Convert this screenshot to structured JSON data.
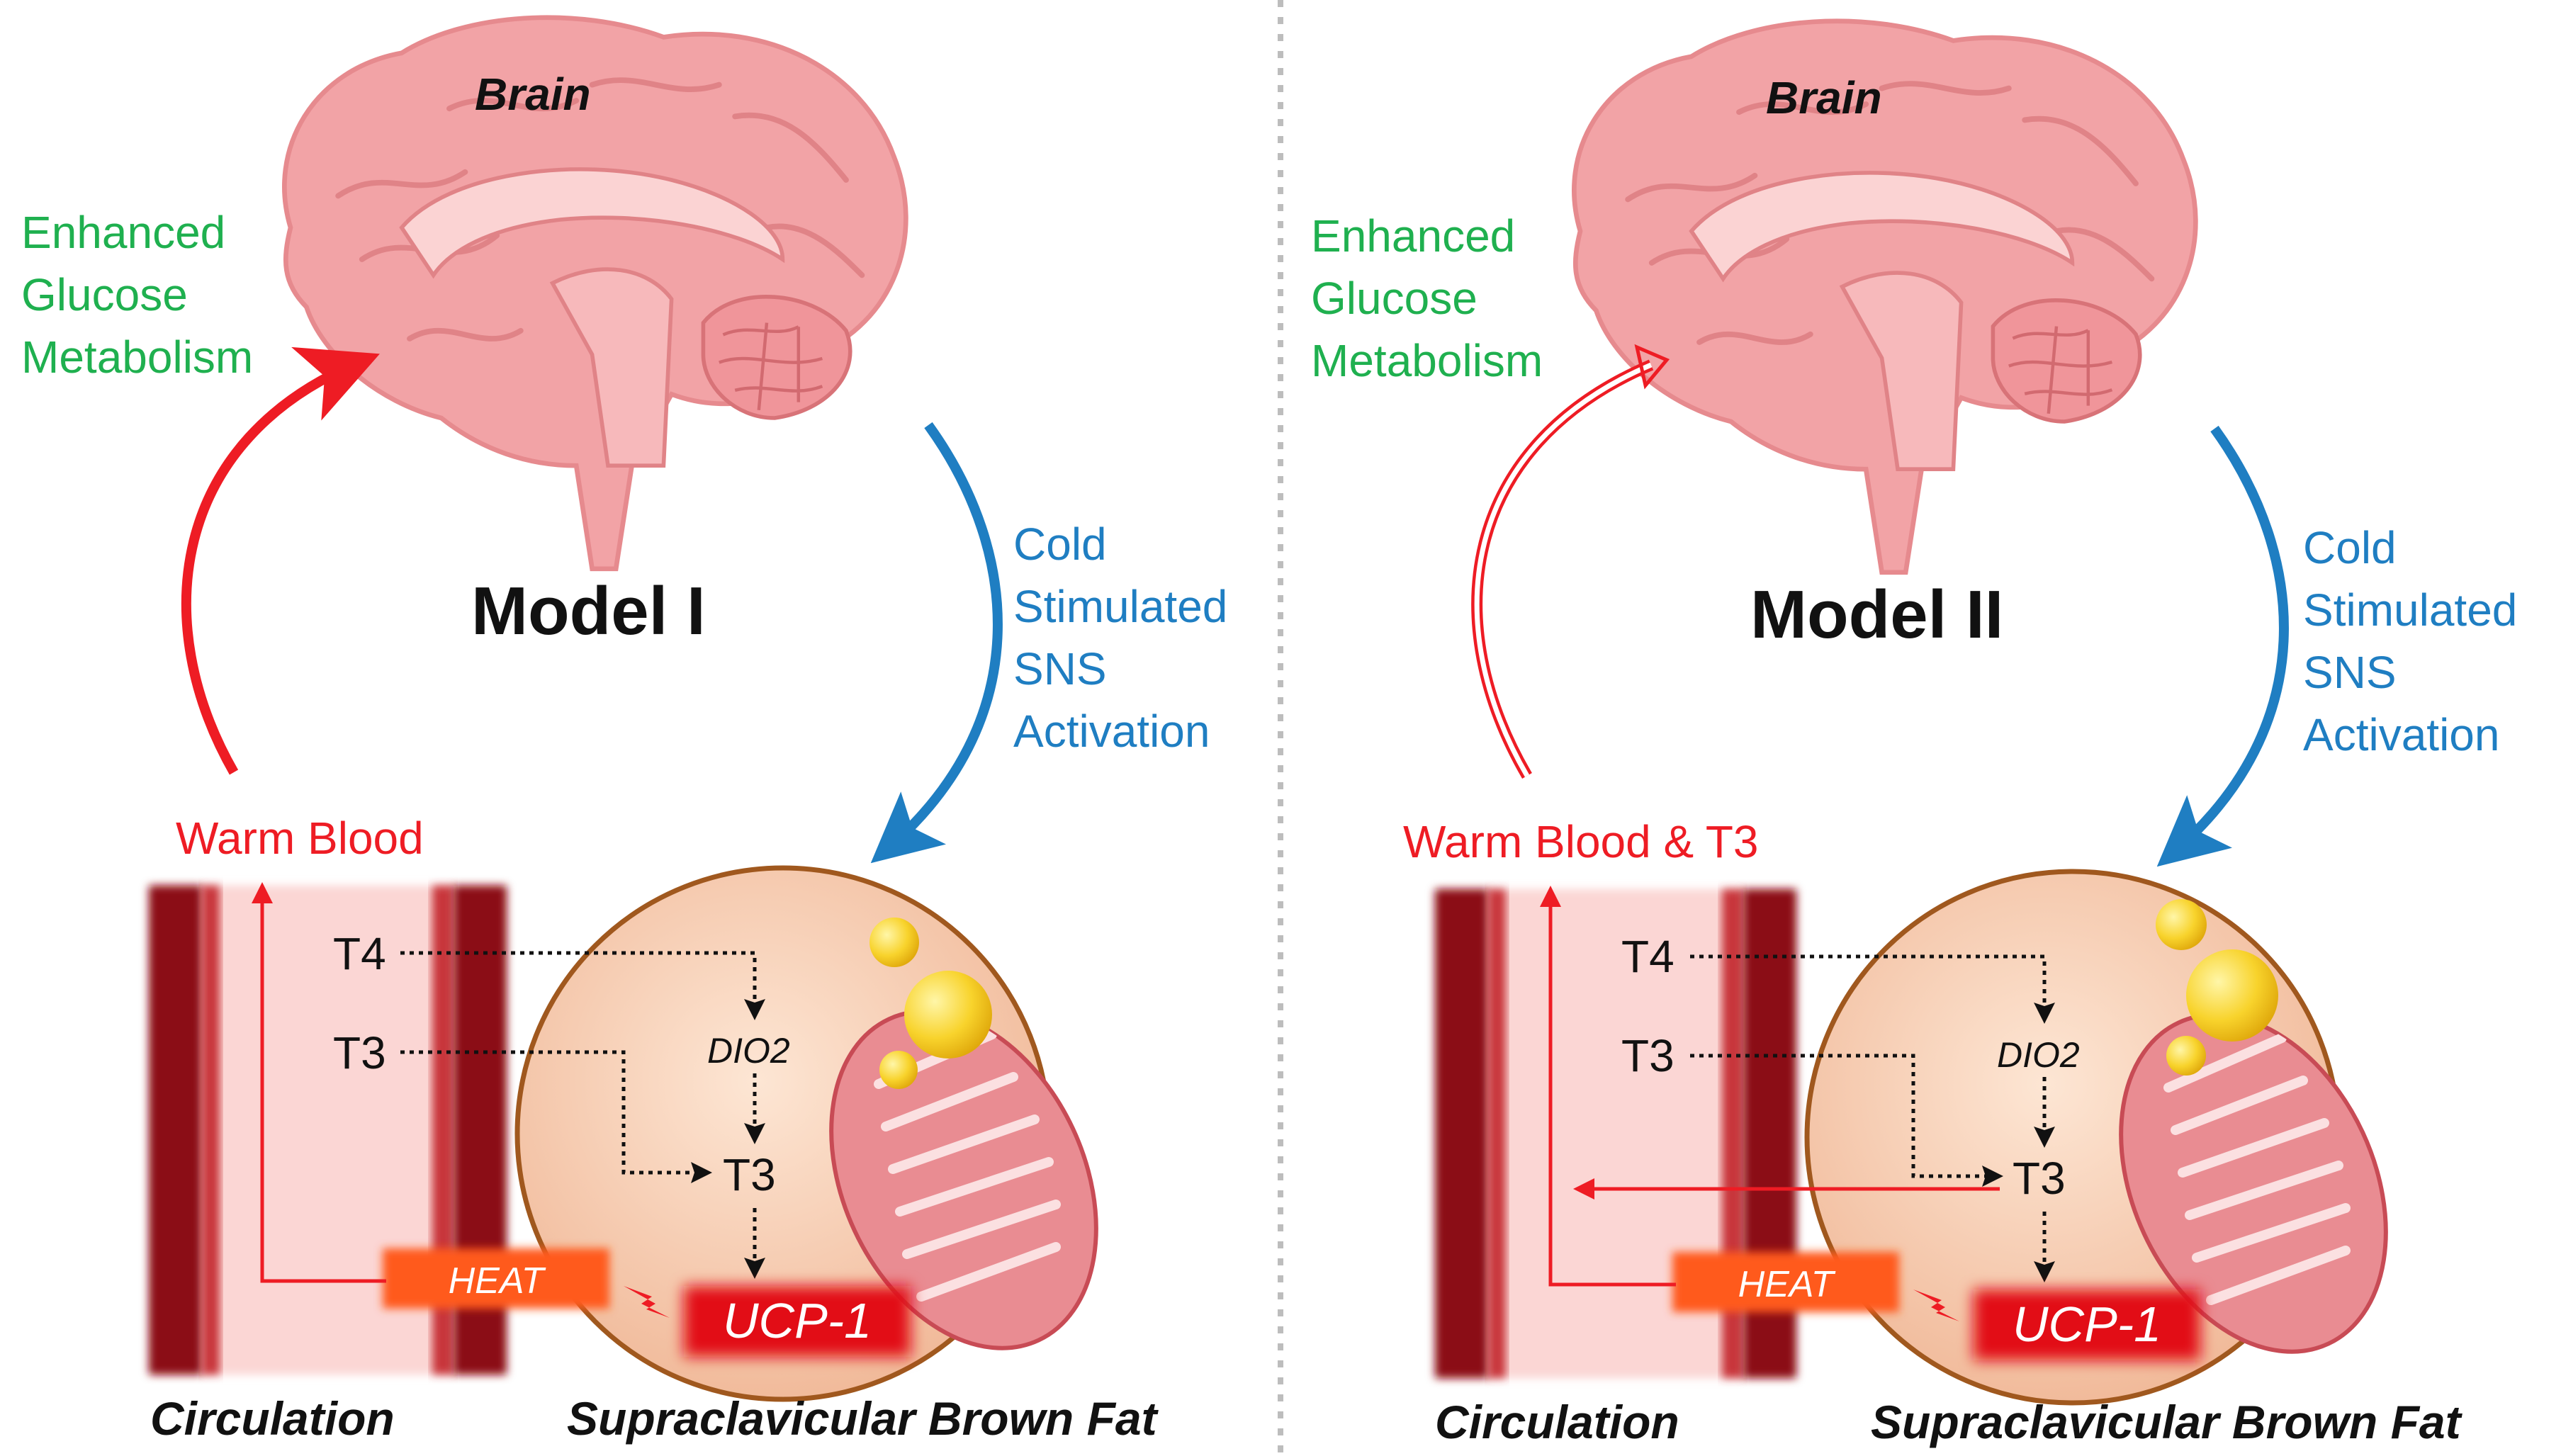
{
  "colors": {
    "red": "#ee1c24",
    "blue": "#1f7ec2",
    "green": "#1fb04f",
    "brain": "#f2a3a6",
    "vessel": "#8b0d12",
    "fat_cell": "#f4c3a6",
    "lipid": "#f5c41c",
    "heat": "#ff5a1f",
    "ucp1": "#e21019"
  },
  "left": {
    "brain_label": "Brain",
    "model_title": "Model I",
    "left_note": [
      "Enhanced",
      "Glucose",
      "Metabolism"
    ],
    "right_note": [
      "Cold",
      "Stimulated",
      "SNS",
      "Activation"
    ],
    "warm_blood": "Warm Blood",
    "t4": "T4",
    "t3_in": "T3",
    "dio2": "DIO2",
    "t3_out": "T3",
    "heat": "HEAT",
    "ucp1": "UCP-1",
    "circulation": "Circulation",
    "brown_fat": "Supraclavicular Brown Fat"
  },
  "right": {
    "brain_label": "Brain",
    "model_title": "Model II",
    "left_note": [
      "Enhanced",
      "Glucose",
      "Metabolism"
    ],
    "right_note": [
      "Cold",
      "Stimulated",
      "SNS",
      "Activation"
    ],
    "warm_blood": "Warm Blood & T3",
    "t4": "T4",
    "t3_in": "T3",
    "dio2": "DIO2",
    "t3_out": "T3",
    "heat": "HEAT",
    "ucp1": "UCP-1",
    "circulation": "Circulation",
    "brown_fat": "Supraclavicular Brown Fat"
  }
}
